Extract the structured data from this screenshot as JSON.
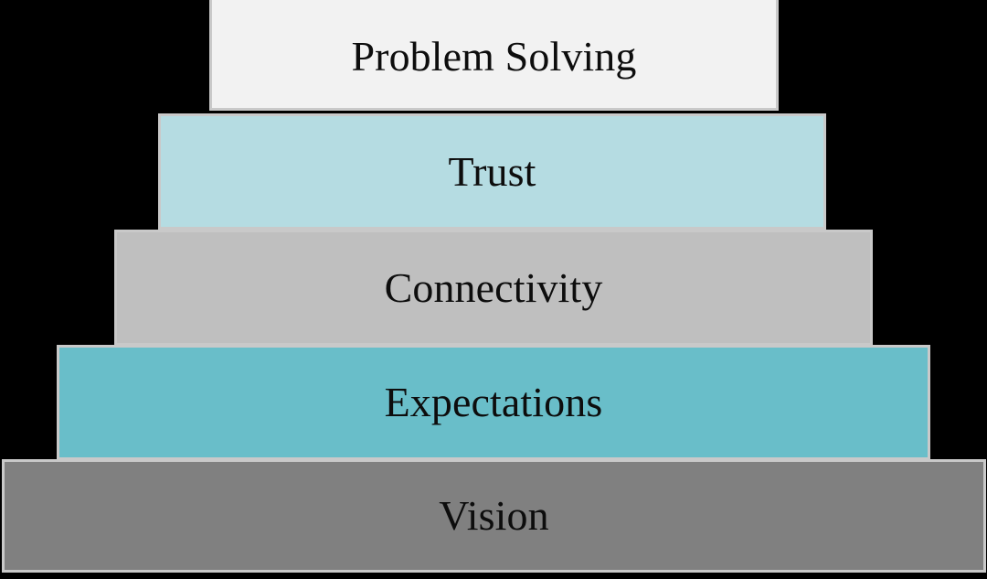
{
  "diagram": {
    "type": "pyramid",
    "title": "",
    "background_color": "#000000",
    "border_color": "#c9c9c9",
    "text_color": "#0d0d0d",
    "levels": [
      {
        "label": "Problem Solving",
        "rank": 1,
        "position": "top",
        "fill_color": "#f2f2f2"
      },
      {
        "label": "Trust",
        "rank": 2,
        "position": "upper-middle",
        "fill_color": "#b5dce2"
      },
      {
        "label": "Connectivity",
        "rank": 3,
        "position": "middle",
        "fill_color": "#bfbfbf"
      },
      {
        "label": "Expectations",
        "rank": 4,
        "position": "lower-middle",
        "fill_color": "#69bec9"
      },
      {
        "label": "Vision",
        "rank": 5,
        "position": "base",
        "fill_color": "#808080"
      }
    ]
  }
}
